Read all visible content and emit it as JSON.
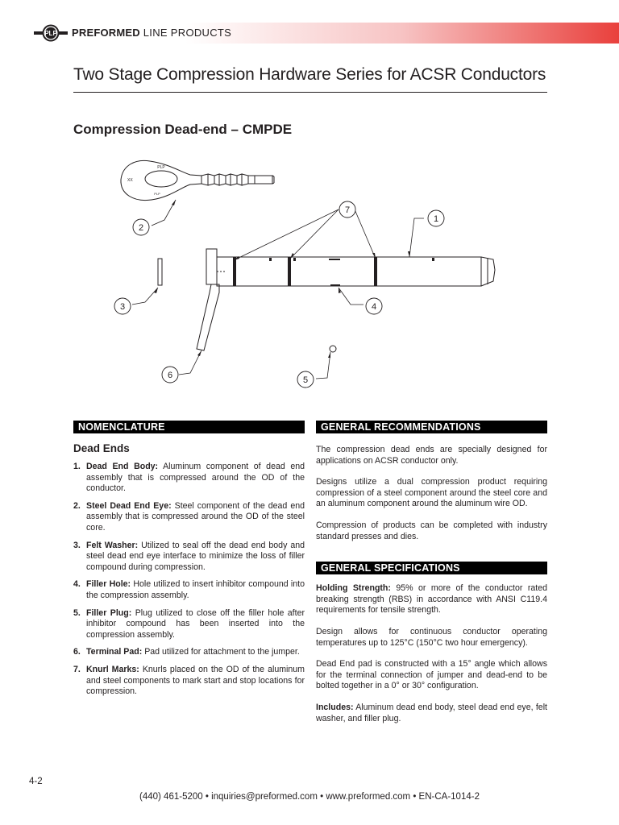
{
  "header": {
    "brand_bold": "PREFORMED",
    "brand_light": " LINE PRODUCTS",
    "logo_text": "PLP",
    "accent": "#e9403c"
  },
  "page_title": "Two Stage Compression Hardware Series for ACSR Conductors",
  "section_title": "Compression Dead-end – CMPDE",
  "diagram": {
    "callouts": [
      "1",
      "2",
      "3",
      "4",
      "5",
      "6",
      "7"
    ],
    "eye_marks": {
      "top": "PLP",
      "left": "XX",
      "bottom": "PLP"
    }
  },
  "nomenclature": {
    "heading": "NOMENCLATURE",
    "subheading": "Dead Ends",
    "items": [
      {
        "num": "1.",
        "term": "Dead End Body:",
        "text": " Aluminum component of dead end assembly that is compressed around the OD of the conductor."
      },
      {
        "num": "2.",
        "term": "Steel Dead End Eye:",
        "text": " Steel component of the dead end assembly that is compressed around the OD of the steel core."
      },
      {
        "num": "3.",
        "term": "Felt Washer:",
        "text": " Utilized to seal off the dead end body and steel dead end eye interface to minimize the loss of filler compound during compression."
      },
      {
        "num": "4.",
        "term": "Filler Hole:",
        "text": " Hole utilized to insert inhibitor compound into the compression assembly."
      },
      {
        "num": "5.",
        "term": "Filler Plug:",
        "text": " Plug utilized to close off the filler hole after inhibitor compound has been inserted into the compression assembly."
      },
      {
        "num": "6.",
        "term": "Terminal Pad:",
        "text": " Pad utilized for attachment to the jumper."
      },
      {
        "num": "7.",
        "term": "Knurl Marks:",
        "text": " Knurls placed on the OD of the aluminum and steel components to mark start and stop locations for compression."
      }
    ]
  },
  "recommendations": {
    "heading": "GENERAL RECOMMENDATIONS",
    "paragraphs": [
      "The compression dead ends are specially designed for applications on ACSR conductor only.",
      "Designs utilize a dual compression product requiring compression of a steel component around the steel core and an aluminum component around the aluminum wire OD.",
      "Compression of products can be completed with industry standard presses and dies."
    ]
  },
  "specifications": {
    "heading": "GENERAL SPECIFICATIONS",
    "holding_label": "Holding Strength:",
    "holding_text": " 95% or more of the conductor rated breaking strength (RBS) in accordance with ANSI C119.4 requirements for tensile strength.",
    "p2": "Design allows for continuous conductor operating temperatures up to 125°C (150°C two hour emergency).",
    "p3": "Dead End pad is constructed with a 15° angle which allows for the terminal connection of jumper and dead-end to be bolted together in a 0° or 30° configuration.",
    "includes_label": "Includes:",
    "includes_text": " Aluminum dead end body, steel dead end eye, felt washer, and filler plug."
  },
  "page_number": "4-2",
  "footer": "(440) 461-5200  •  inquiries@preformed.com  •  www.preformed.com  •  EN-CA-1014-2"
}
